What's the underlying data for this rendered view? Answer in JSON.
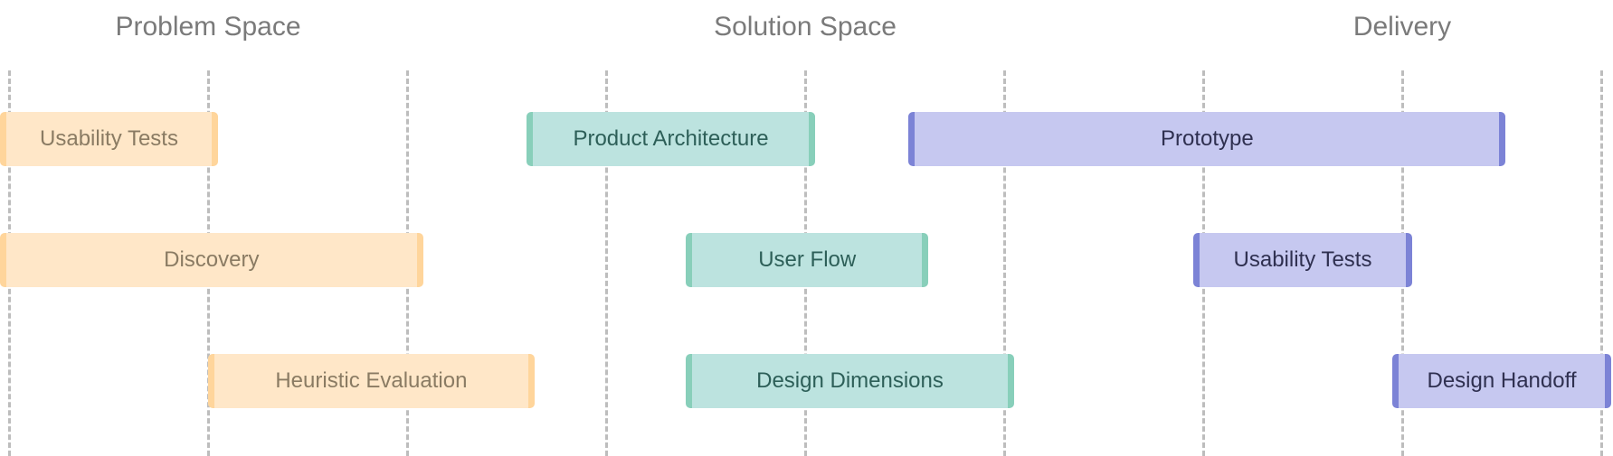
{
  "phases": [
    {
      "title": "Problem Space"
    },
    {
      "title": "Solution Space"
    },
    {
      "title": "Delivery"
    }
  ],
  "grid": {
    "columns": 8
  },
  "colors": {
    "problem_fill": "#ffe7c8",
    "problem_cap": "#ffd59b",
    "problem_text": "#8a7b63",
    "solution_fill": "#bce3df",
    "solution_cap": "#88cfba",
    "solution_text": "#2d5f58",
    "delivery_fill": "#c6c8f0",
    "delivery_cap": "#7c83d6",
    "delivery_text": "#2f3050",
    "gridline": "#bdbdbd",
    "title": "#7a7a7a"
  },
  "tasks": [
    {
      "label": "Usability Tests",
      "phase": "problem",
      "row": 0,
      "start": 0.0,
      "end": 1.05
    },
    {
      "label": "Discovery",
      "phase": "problem",
      "row": 1,
      "start": 0.0,
      "end": 2.08
    },
    {
      "label": "Heuristic Evaluation",
      "phase": "problem",
      "row": 2,
      "start": 1.0,
      "end": 2.64
    },
    {
      "label": "Product Architecture",
      "phase": "solution",
      "row": 0,
      "start": 2.6,
      "end": 4.05
    },
    {
      "label": "User Flow",
      "phase": "solution",
      "row": 1,
      "start": 3.4,
      "end": 4.62
    },
    {
      "label": "Design Dimensions",
      "phase": "solution",
      "row": 2,
      "start": 3.4,
      "end": 5.05
    },
    {
      "label": "Prototype",
      "phase": "delivery",
      "row": 0,
      "start": 4.52,
      "end": 7.52
    },
    {
      "label": "Usability Tests",
      "phase": "delivery",
      "row": 1,
      "start": 5.95,
      "end": 7.05
    },
    {
      "label": "Design Handoff",
      "phase": "delivery",
      "row": 2,
      "start": 6.95,
      "end": 8.05
    }
  ]
}
